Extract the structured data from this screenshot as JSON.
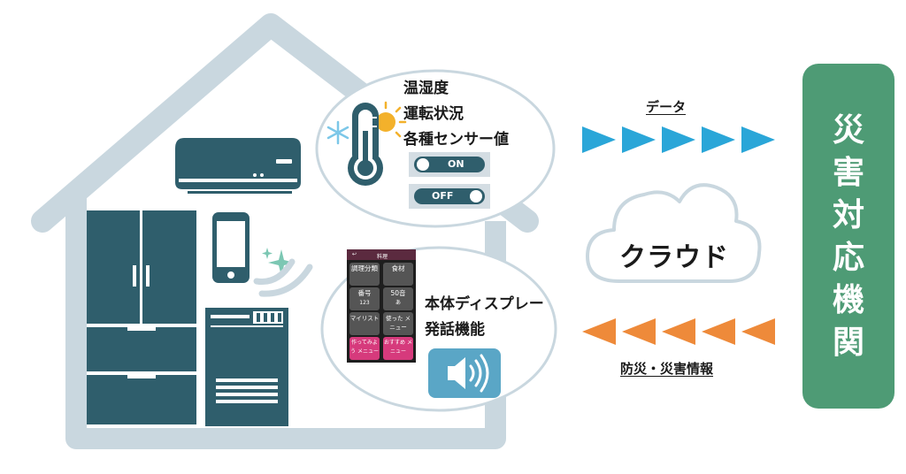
{
  "home": {
    "sensor_list": [
      "温湿度",
      "運転状況",
      "各種センサー値"
    ],
    "toggle_on": "ON",
    "toggle_off": "OFF",
    "display_features": [
      "本体ディスプレー",
      "発話機能"
    ],
    "screen": {
      "title": "料理",
      "buttons": [
        {
          "label": "調理分類",
          "sub": ""
        },
        {
          "label": "食材",
          "sub": ""
        },
        {
          "label": "番号",
          "sub": "123"
        },
        {
          "label": "50音",
          "sub": "あ"
        },
        {
          "label": "マイリスト",
          "sub": ""
        },
        {
          "label": "使った メニュー",
          "sub": ""
        },
        {
          "label": "作ってみよう メニュー",
          "sub": ""
        },
        {
          "label": "おすすめ メニュー",
          "sub": ""
        }
      ]
    }
  },
  "flow": {
    "upload_label": "データ",
    "download_label": "防災・災害情報",
    "cloud_label": "クラウド"
  },
  "agency": {
    "title": [
      "災",
      "害",
      "対",
      "応",
      "機",
      "関"
    ]
  },
  "colors": {
    "house": "#c9d7df",
    "appliance": "#2f5e6c",
    "arrow_up": "#2aa6d8",
    "arrow_down": "#ee8a3a",
    "agency": "#4e9b75",
    "speaker": "#5aa6c6",
    "sparkle": "#7cc7b3"
  }
}
